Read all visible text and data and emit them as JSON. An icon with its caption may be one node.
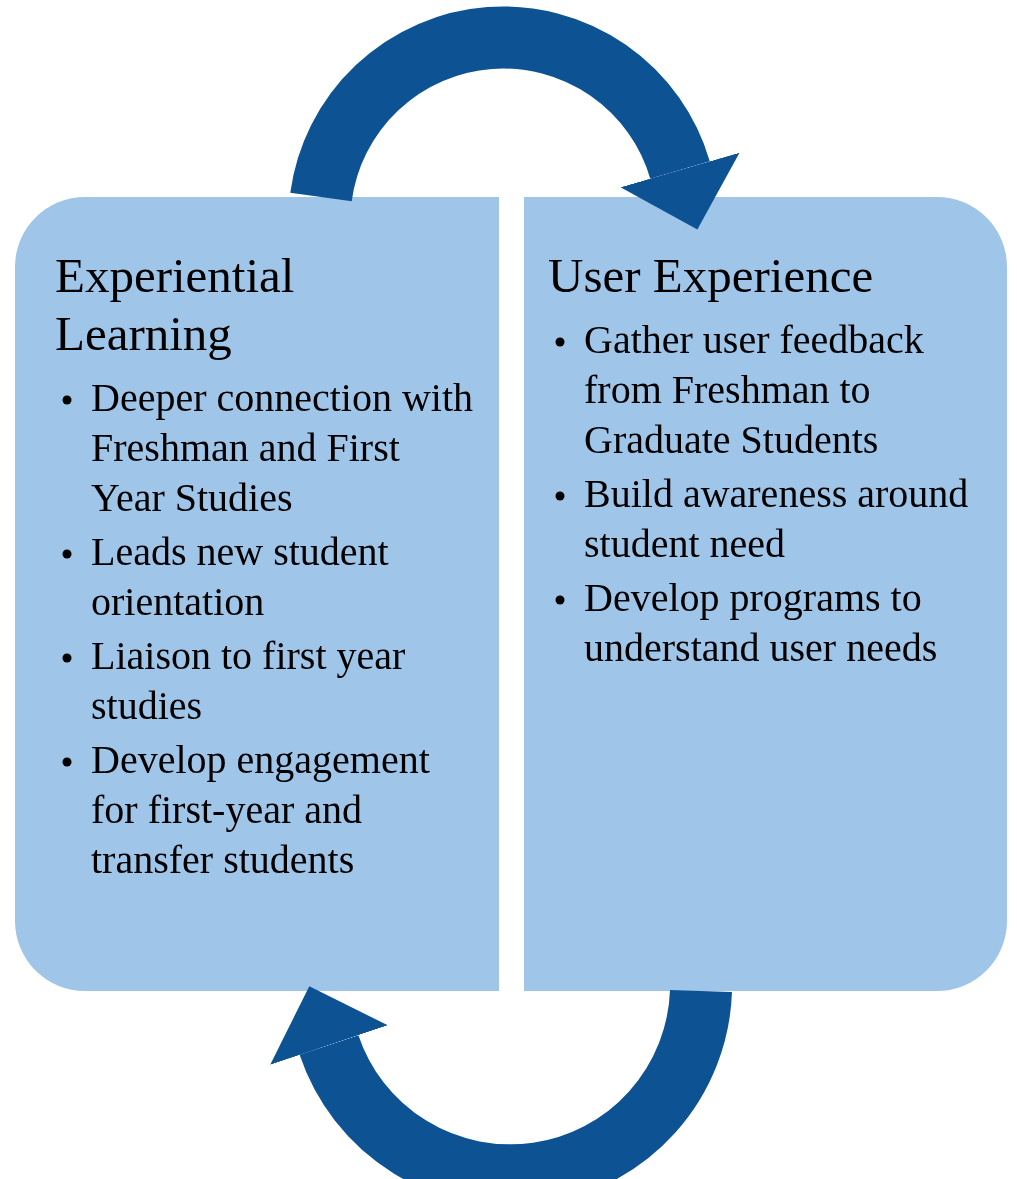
{
  "diagram": {
    "nodes": [
      {
        "text": [
          "Experiential Learning",
          "Deeper connection with Freshman and First Year Studies",
          "Leads new student orientation",
          "Liaison to first year studies",
          "Develop engagement for first-year and transfer students"
        ]
      },
      {
        "text": [
          "User Experience",
          "Gather user feedback from Freshman to Graduate Students",
          "Build awareness around student need",
          "Develop programs to understand user needs"
        ]
      }
    ],
    "edges": [
      {
        "from": 0,
        "to": 1,
        "arrow": "to"
      },
      {
        "from": 1,
        "to": 0,
        "arrow": "to"
      }
    ]
  }
}
